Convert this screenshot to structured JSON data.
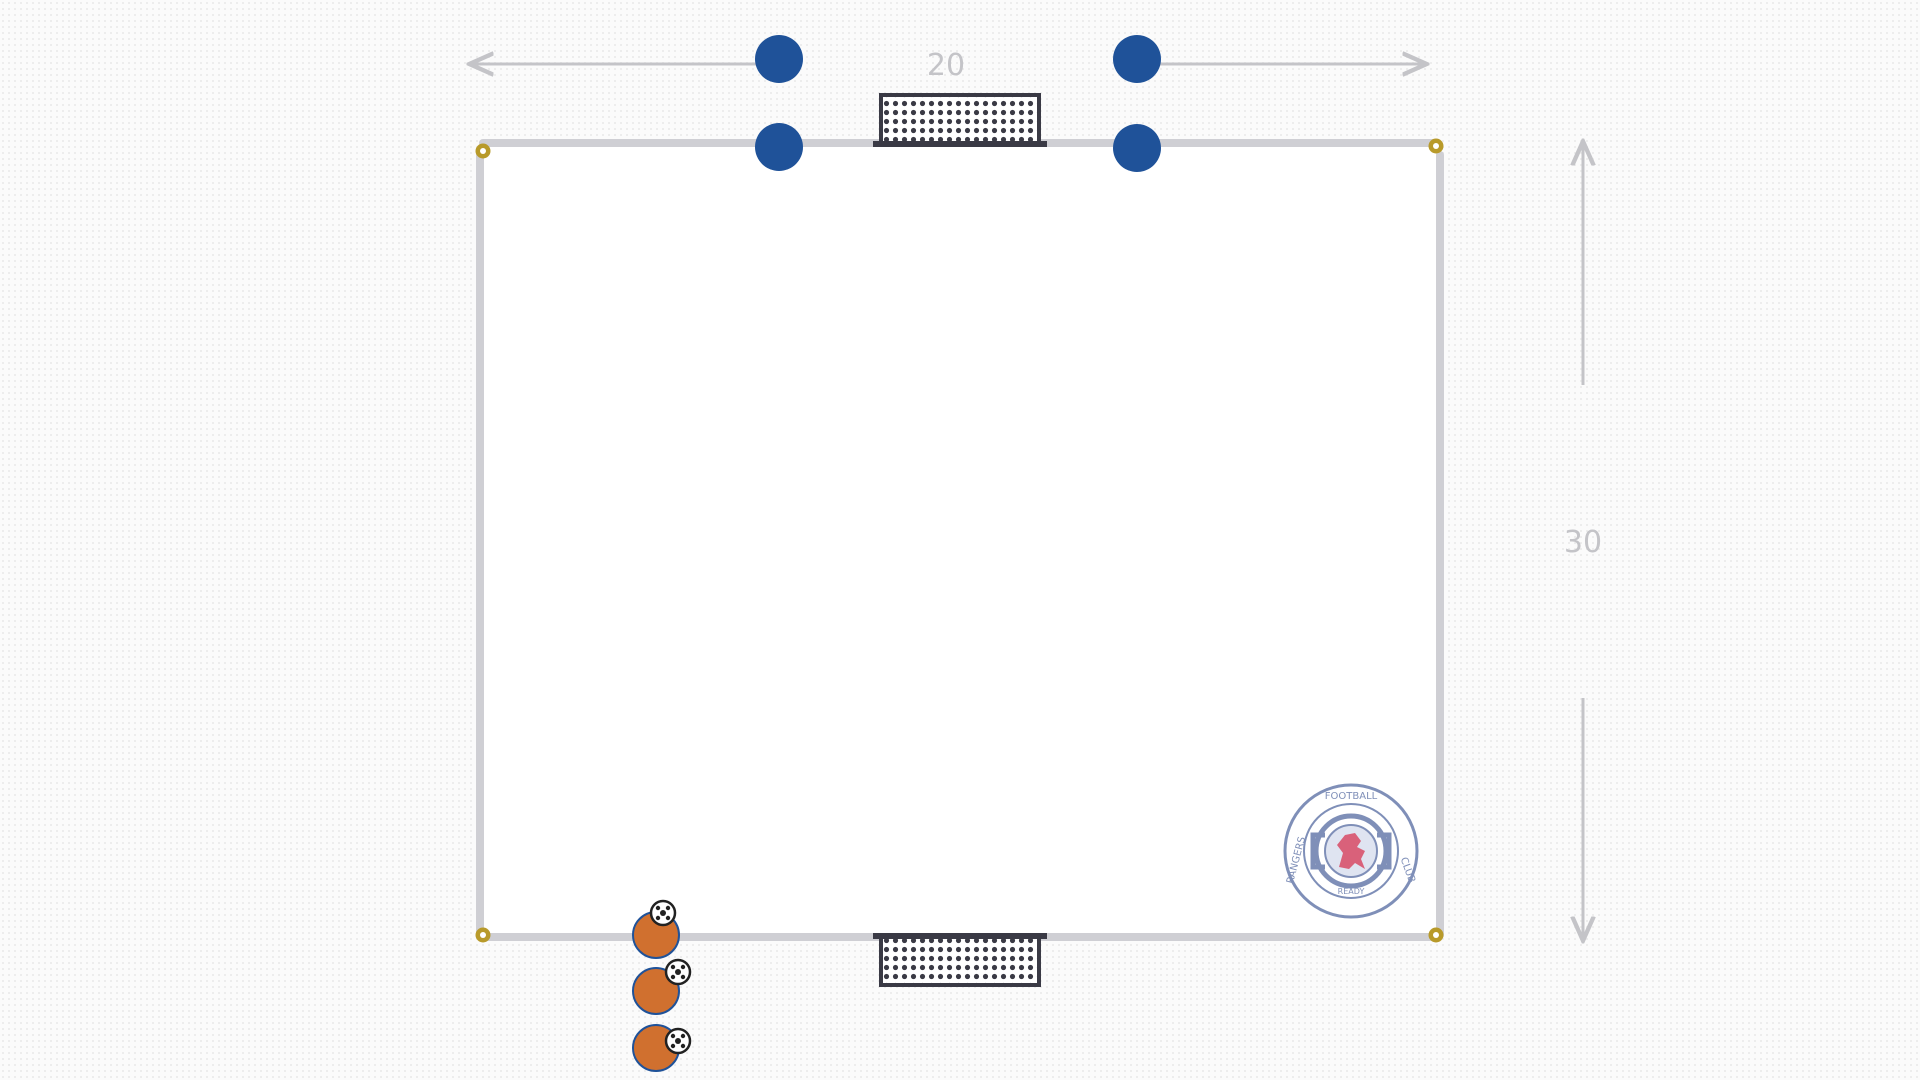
{
  "diagram": {
    "pitch": {
      "width_label": "20",
      "length_label": "30"
    },
    "colors": {
      "pitch_line": "#cfcfd4",
      "pitch_fill": "#ffffff",
      "arrow": "#c4c4c8",
      "blue_player": "#1f5299",
      "orange_player": "#d0702f",
      "cone": "#b89a2a",
      "goal_frame": "#3a3a45",
      "badge": "#7f8fb8",
      "badge_lion": "#d9617a"
    },
    "badge": {
      "top_text": "FOOTBALL",
      "left_text": "RANGERS",
      "right_text": "CLUB",
      "bottom_text": "READY"
    },
    "players": {
      "blue_count": 4,
      "orange_count": 3,
      "orange_with_ball": true
    },
    "goals": {
      "count": 2
    },
    "cones": {
      "count": 4
    }
  }
}
